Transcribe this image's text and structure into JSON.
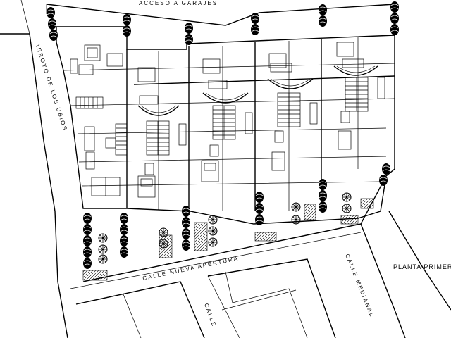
{
  "labels": {
    "acceso": "ACCESO A GARAJES",
    "arroyo": "ARROYO DE LOS UBIOS",
    "calle_nueva": "CALLE NUEVA APERTURA",
    "calle_medianal": "CALLE MEDIANAL",
    "calle_small": "CALLE",
    "planta": "PLANTA PRIMERA"
  },
  "colors": {
    "ink": "#000000",
    "paper": "#ffffff"
  },
  "icons": [
    "tree-symbol",
    "stair-symbol",
    "furniture-symbol"
  ]
}
